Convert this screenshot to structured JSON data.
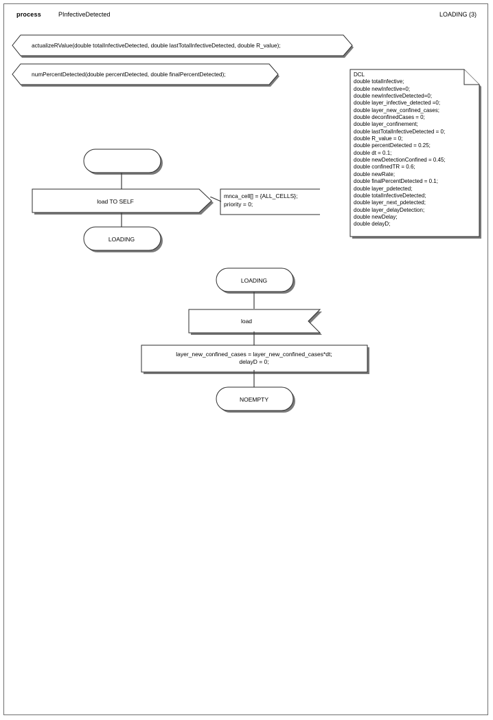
{
  "header": {
    "keyword": "process",
    "process_name": "PInfectiveDetected",
    "page_label": "LOADING (3)"
  },
  "procedures": [
    {
      "name": "procedure-actualizeRValue",
      "text": "actualizeRValue(double totalInfectiveDetected, double lastTotalInfectiveDetected, double R_value);"
    },
    {
      "name": "procedure-numPercentDetected",
      "text": "numPercentDetected(double percentDetected, double finalPercentDetected);"
    }
  ],
  "declaration": {
    "title": "DCL",
    "lines": [
      "double totalInfective;",
      "double newInfective=0;",
      "double newInfectiveDetected=0;",
      "double layer_infective_detected =0;",
      "double layer_new_confined_cases;",
      "double deconfinedCases = 0;",
      "double layer_confinement;",
      "double lastTotalInfectiveDetected = 0;",
      "double R_value = 0;",
      "double percentDetected = 0.25;",
      "double dt = 0.1;",
      "double newDetectionConfined = 0.45;",
      "double confinedTR = 0.6;",
      "double newRate;",
      "double finalPercentDetected = 0.1;",
      "double layer_pdetected;",
      "double totalInfectiveDetected;",
      "double layer_next_pdetected;",
      "double layer_delayDetection;",
      "double newDelay;",
      "double delayD;"
    ]
  },
  "flow_upper": {
    "start_state_label": "",
    "input_label": "load TO SELF",
    "next_state_label": "LOADING",
    "comment_lines": [
      "mnca_cell[] = {ALL_CELLS};",
      "priority = 0;"
    ]
  },
  "flow_lower": {
    "state_label": "LOADING",
    "input_label": "load",
    "task_lines": [
      "layer_new_confined_cases = layer_new_confined_cases*dt;",
      "delayD = 0;"
    ],
    "next_state_label": "NOEMPTY"
  },
  "colors": {
    "stroke": "#2b2b2b",
    "shadow": "#7a7a7a",
    "frame": "#6e6e6e",
    "background": "#ffffff"
  }
}
